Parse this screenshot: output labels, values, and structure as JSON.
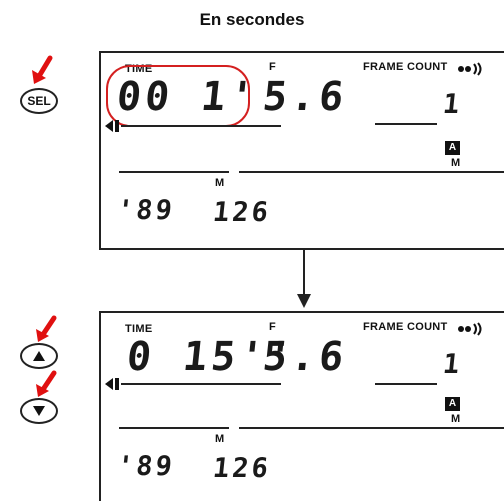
{
  "title": "En secondes",
  "sel_label": "SEL",
  "colors": {
    "highlight": "#d42020",
    "arrow": "#e01010",
    "ink": "#1a1a1a"
  },
  "panel_top": {
    "time_label": "TIME",
    "time_value": "00 1'",
    "f_label": "F",
    "f_value": "5.6",
    "frame_count_label": "FRAME COUNT",
    "frame_count_value": "1",
    "a_badge": "A",
    "m_right_label": "M",
    "m_left_label": "M",
    "bottom_left_value": "'89",
    "bottom_right_value": "126"
  },
  "panel_bottom": {
    "time_label": "TIME",
    "time_value": "0 15''",
    "f_label": "F",
    "f_value": "5.6",
    "frame_count_label": "FRAME COUNT",
    "frame_count_value": "1",
    "a_badge": "A",
    "m_right_label": "M",
    "m_left_label": "M",
    "bottom_left_value": "'89",
    "bottom_right_value": "126"
  },
  "icons": {
    "up_button": "triangle-up",
    "down_button": "triangle-down",
    "beep": "beep-icon",
    "left_marker": "left-marker-icon",
    "flow_arrow": "arrow-down"
  }
}
